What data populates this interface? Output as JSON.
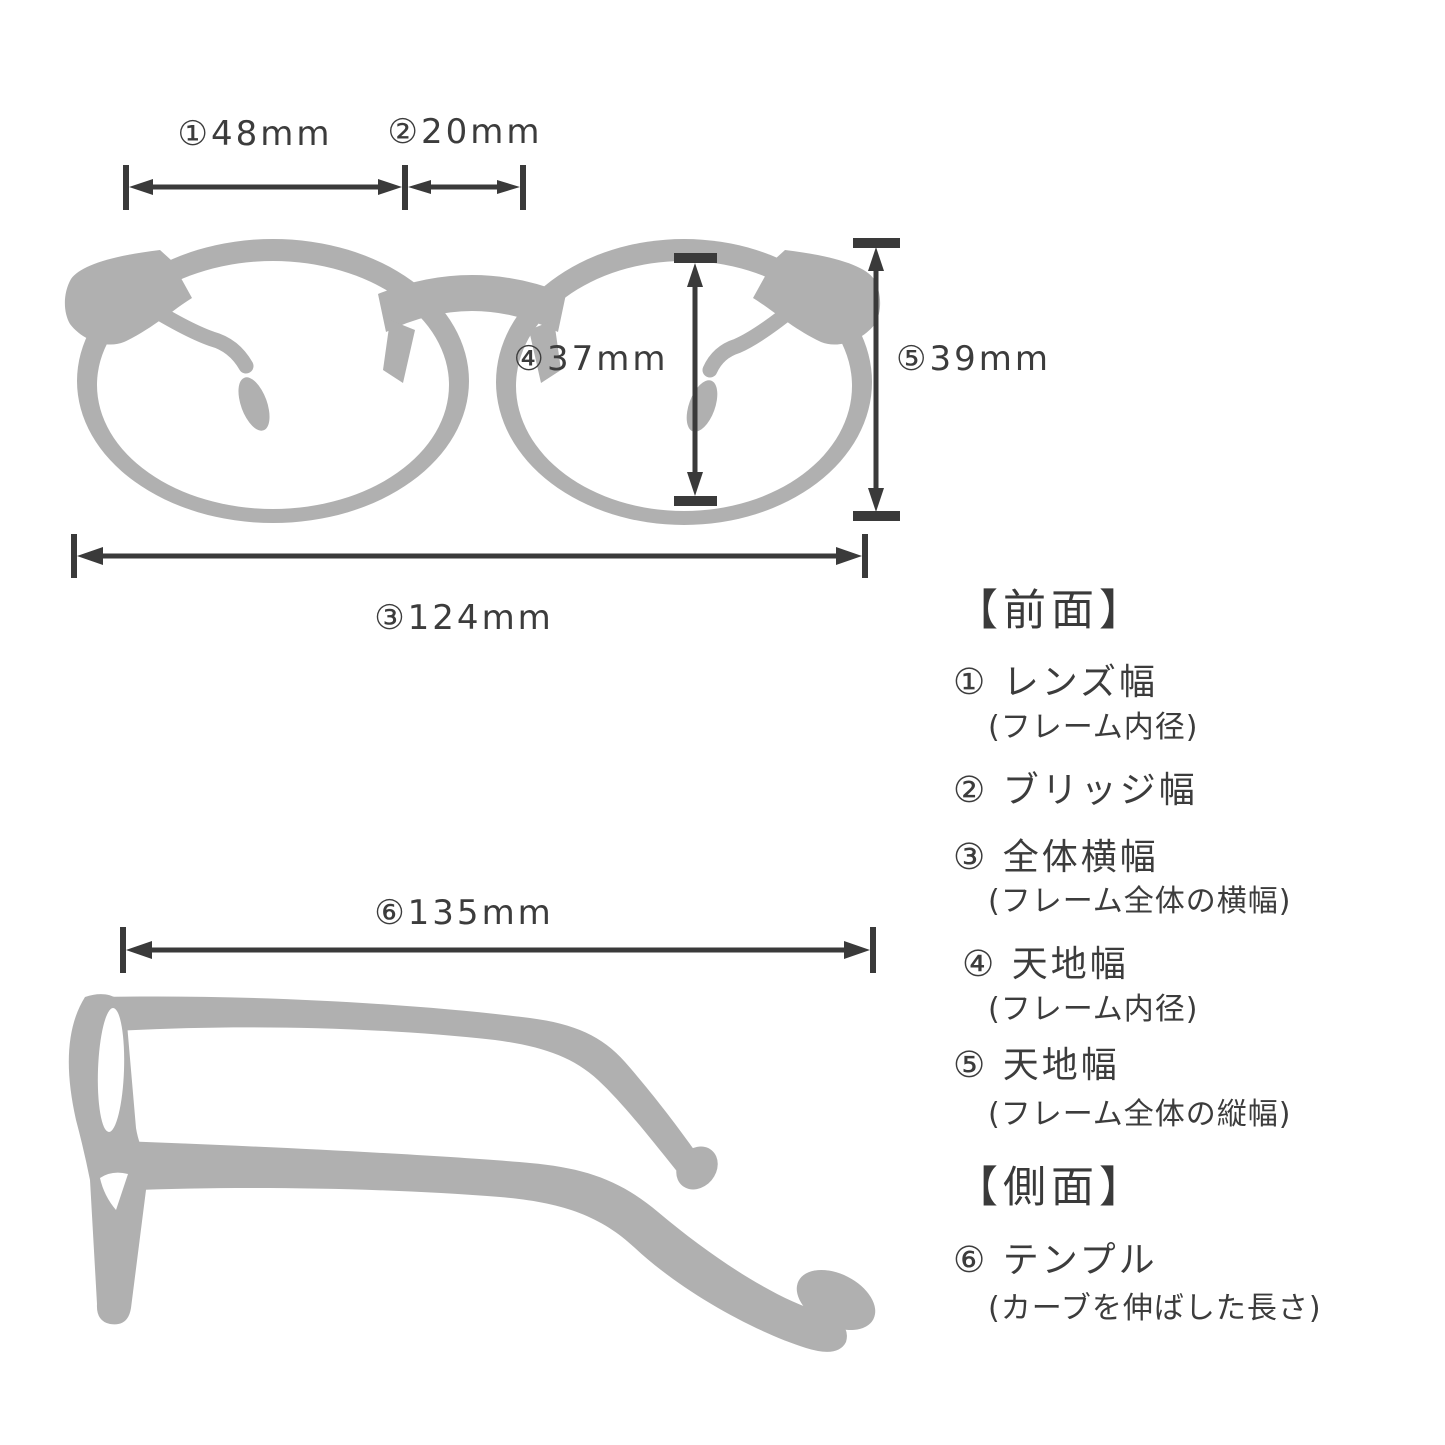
{
  "diagram_title": "eyeglasses-size-diagram",
  "dims": {
    "d1": "①48mm",
    "d2": "②20mm",
    "d3": "③124mm",
    "d4": "④37mm",
    "d5": "⑤39mm",
    "d6": "⑥135mm"
  },
  "legend": {
    "front": {
      "heading": "【前面】",
      "items": [
        {
          "label": "① レンズ幅",
          "note": "(フレーム内径)"
        },
        {
          "label": "② ブリッジ幅",
          "note": ""
        },
        {
          "label": "③ 全体横幅",
          "note": "(フレーム全体の横幅)"
        },
        {
          "label": "④ 天地幅",
          "note": "(フレーム内径)"
        },
        {
          "label": "⑤ 天地幅",
          "note": "(フレーム全体の縦幅)"
        }
      ]
    },
    "side": {
      "heading": "【側面】",
      "items": [
        {
          "label": "⑥ テンプル",
          "note": "(カーブを伸ばした長さ)"
        }
      ]
    }
  },
  "colors": {
    "silhouette": "#b0b0b0",
    "line": "#3a3a3a",
    "text": "#3c3c3c",
    "background": "#ffffff"
  }
}
